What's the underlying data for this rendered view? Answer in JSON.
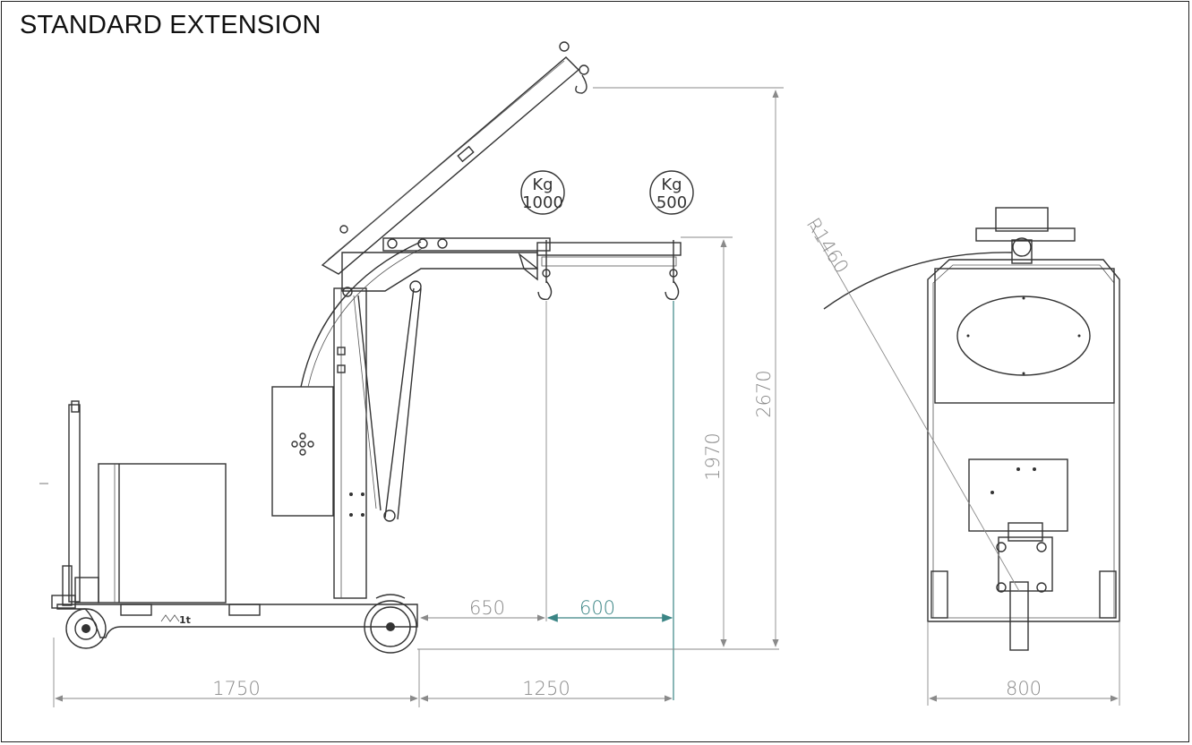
{
  "title": "STANDARD EXTENSION",
  "capacities": [
    {
      "unit": "Kg",
      "value": "1000"
    },
    {
      "unit": "Kg",
      "value": "500"
    }
  ],
  "dimensions": {
    "base_length": "1750",
    "boom_reach": "1250",
    "offset_650": "650",
    "offset_600": "600",
    "height_hook": "1970",
    "height_max": "2670",
    "radius": "R1460",
    "width": "800"
  },
  "logo_text": "1t",
  "colors": {
    "line": "#333333",
    "dimension": "#8a8a8a",
    "accent": "#3b8585"
  }
}
